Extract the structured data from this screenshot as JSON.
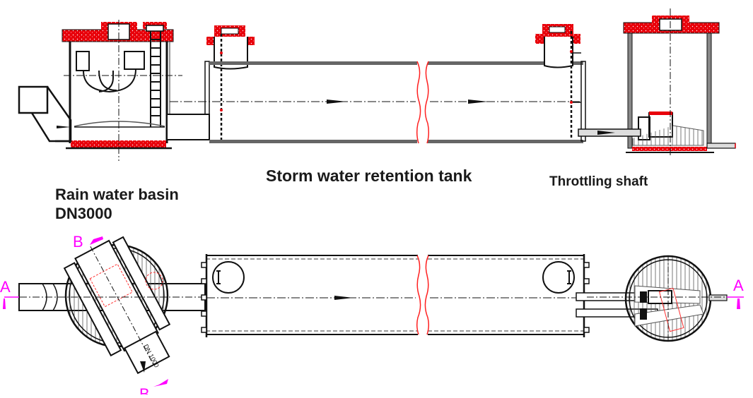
{
  "drawing": {
    "title": "Storm water retention system — section A-A and plan view",
    "labels": {
      "storm_tank": "Storm water retention tank",
      "throttling_shaft": "Throttling shaft",
      "rain_basin_line1": "Rain water basin",
      "rain_basin_line2": "DN3000"
    },
    "section_markers": {
      "a_left": "A",
      "a_right": "A",
      "b_top": "B",
      "b_bottom": "B"
    },
    "pipe_annotation": "DN 1000",
    "colors": {
      "line": "#111111",
      "concrete": "#e8000a",
      "break_line": "#ff2020",
      "section_marker": "#ff00ff",
      "hidden_red": "#ff3030"
    }
  }
}
